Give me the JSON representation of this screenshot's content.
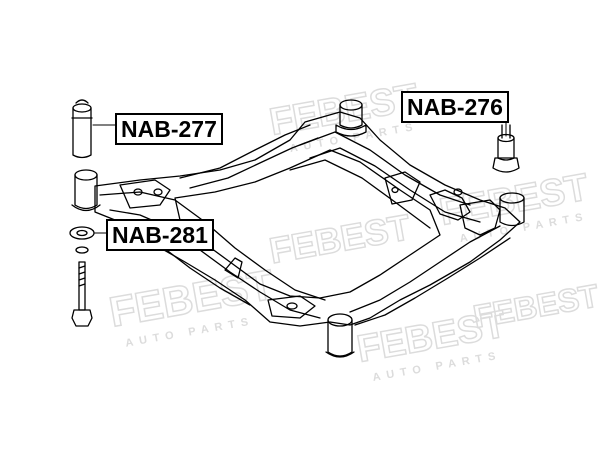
{
  "labels": {
    "nab_277": "NAB-277",
    "nab_276": "NAB-276",
    "nab_281": "NAB-281"
  },
  "watermark": {
    "brand": "FEBEST",
    "sub": "AUTO PARTS"
  },
  "colors": {
    "line": "#000000",
    "watermark": "#e3e3e3",
    "background": "#ffffff"
  }
}
